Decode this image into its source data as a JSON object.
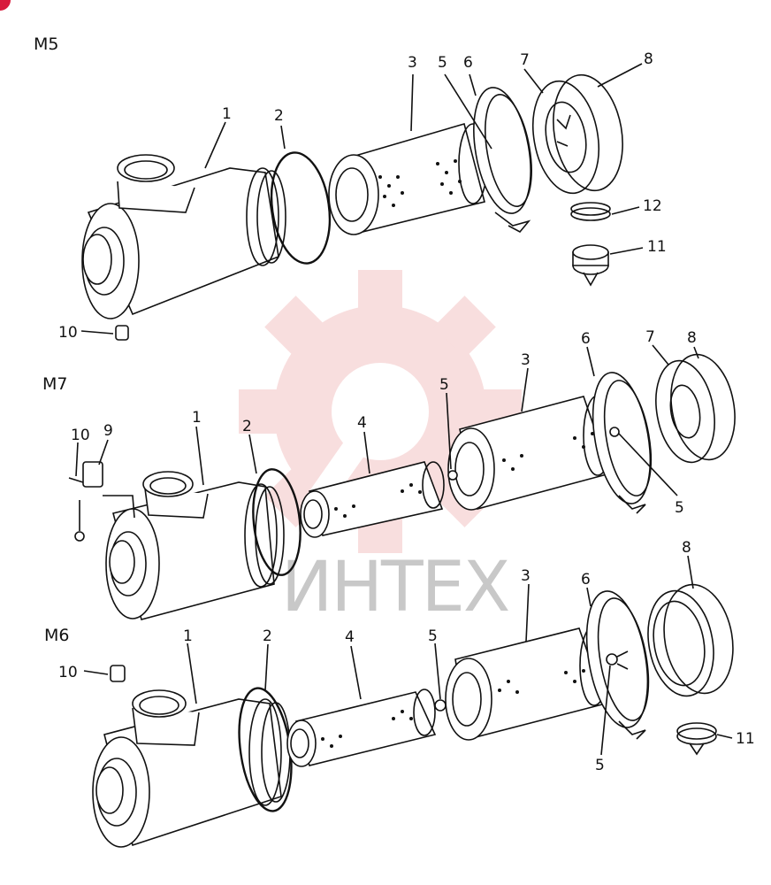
{
  "colors": {
    "line": "#111111",
    "watermark_gear": "#f4c4c4",
    "watermark_text": "#c8c8c8",
    "corner_badge": "#d81b3c"
  },
  "watermark": {
    "text": "ИНТЕХ",
    "icon": "gear-wrench-icon"
  },
  "sections": [
    {
      "name": "M5",
      "labels": [
        "1",
        "2",
        "3",
        "5",
        "6",
        "7",
        "8",
        "12",
        "11",
        "10"
      ]
    },
    {
      "name": "M7",
      "labels": [
        "10",
        "9",
        "1",
        "2",
        "4",
        "5",
        "3",
        "6",
        "7",
        "8",
        "5"
      ]
    },
    {
      "name": "M6",
      "labels": [
        "10",
        "1",
        "2",
        "4",
        "5",
        "3",
        "6",
        "8",
        "5",
        "11"
      ]
    }
  ]
}
